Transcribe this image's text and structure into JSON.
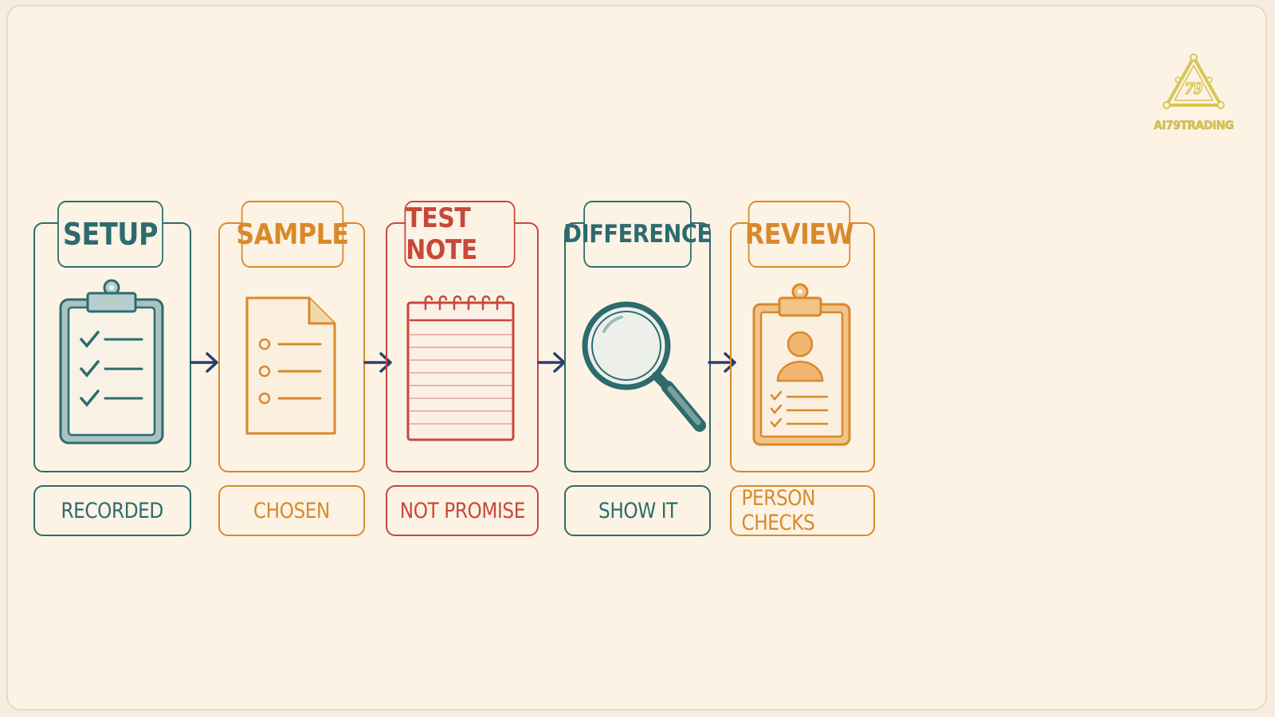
{
  "steps": [
    {
      "title": "SETUP",
      "label": "RECORDED",
      "icon": "clipboard-checklist-icon",
      "color": "#2d6b6e"
    },
    {
      "title": "SAMPLE",
      "label": "CHOSEN",
      "icon": "document-list-icon",
      "color": "#d9892b"
    },
    {
      "title": "TEST NOTE",
      "label": "NOT PROMISE",
      "icon": "notepad-icon",
      "color": "#c8483a"
    },
    {
      "title": "DIFFERENCE",
      "label": "SHOW IT",
      "icon": "magnifying-glass-icon",
      "color": "#2d6b6e"
    },
    {
      "title": "REVIEW",
      "label": "PERSON CHECKS",
      "icon": "clipboard-person-icon",
      "color": "#d9892b"
    }
  ],
  "arrow_color": "#27406b",
  "logo": {
    "text": "AI79TRADING",
    "mark": "79",
    "color": "#d8c553"
  }
}
